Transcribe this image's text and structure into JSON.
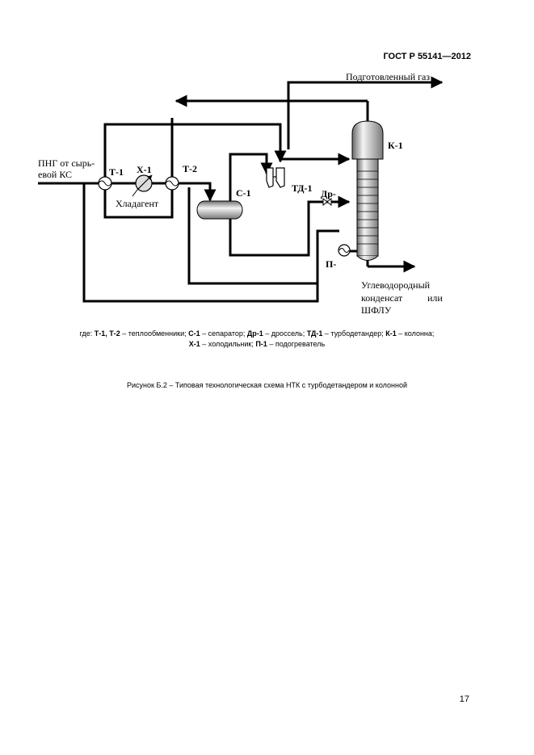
{
  "header": {
    "standard_id": "ГОСТ Р 55141—2012"
  },
  "diagram": {
    "labels": {
      "prepared_gas": "Подготовленный газ",
      "k1": "К-1",
      "td1": "ТД-1",
      "dr": "Др-",
      "c1": "С-1",
      "t1": "Т-1",
      "x1": "Х-1",
      "t2": "Т-2",
      "coolant": "Хладагент",
      "png_line1": "ПНГ от сырь-",
      "png_line2": "евой КС",
      "p": "П-",
      "condensate_line1": "Углеводородный",
      "condensate_line2_a": "конденсат",
      "condensate_line2_b": "или",
      "condensate_line3": "ШФЛУ"
    }
  },
  "legend": {
    "prefix": "где: ",
    "items": [
      {
        "code": "Т-1, Т-2",
        "text": " – теплообменники; "
      },
      {
        "code": "С-1",
        "text": " – сепаратор;  "
      },
      {
        "code": "Др-1",
        "text": " – дроссель; "
      },
      {
        "code": "ТД-1",
        "text": " – турбодетандер;  "
      },
      {
        "code": "К-1",
        "text": " – колонна;"
      }
    ],
    "items_line2": [
      {
        "code": "Х-1",
        "text": " – холодильник; "
      },
      {
        "code": "П-1",
        "text": " – подогреватель"
      }
    ]
  },
  "caption": "Рисунок Б.2 – Типовая технологическая схема НТК с турбодетандером и колонной",
  "page_number": "17"
}
